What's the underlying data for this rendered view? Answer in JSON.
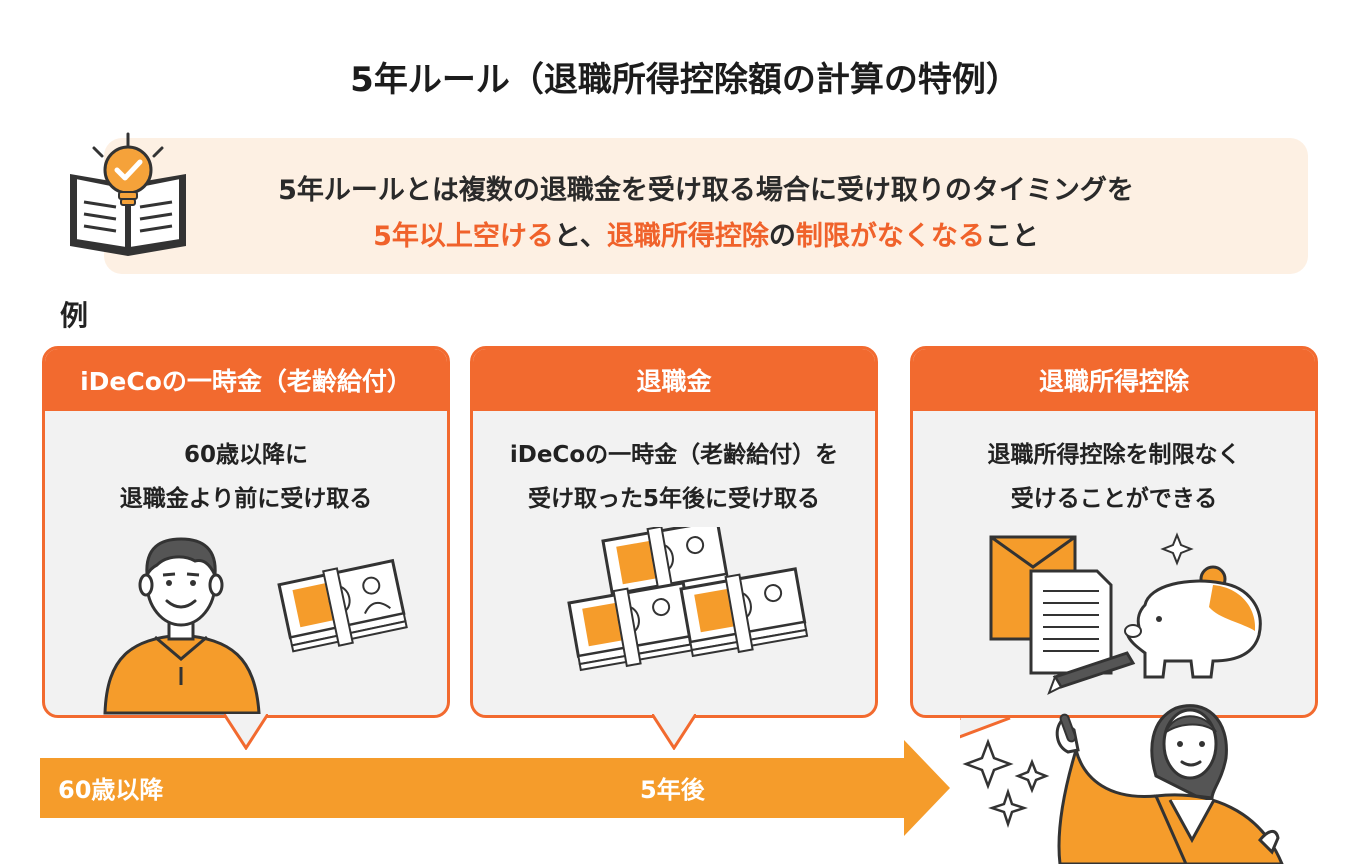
{
  "title": "5年ルール（退職所得控除額の計算の特例）",
  "intro": {
    "line1": "5年ルールとは複数の退職金を受け取る場合に受け取りのタイミングを",
    "line2": [
      {
        "text": "5年以上空ける",
        "highlight": true
      },
      {
        "text": "と、",
        "highlight": false
      },
      {
        "text": "退職所得控除",
        "highlight": true
      },
      {
        "text": "の",
        "highlight": false
      },
      {
        "text": "制限がなくなる",
        "highlight": true
      },
      {
        "text": "こと",
        "highlight": false
      }
    ]
  },
  "example_label": "例",
  "cards": [
    {
      "heading": "iDeCoの一時金（老齢給付）",
      "text1": "60歳以降に",
      "text2": "退職金より前に受け取る"
    },
    {
      "heading": "退職金",
      "text1": "iDeCoの一時金（老齢給付）を",
      "text2": "受け取った5年後に受け取る"
    },
    {
      "heading": "退職所得控除",
      "text1": "退職所得控除を制限なく",
      "text2": "受けることができる"
    }
  ],
  "timeline": {
    "start_label": "60歳以降",
    "mid_label": "5年後"
  },
  "colors": {
    "accent": "#f26a2f",
    "timeline": "#f59c2b",
    "intro_bg": "#fdf0e3",
    "card_bg": "#f2f2f2"
  }
}
